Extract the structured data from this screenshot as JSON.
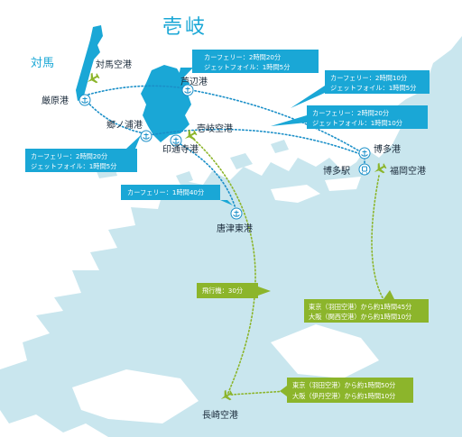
{
  "title": "壱岐",
  "places": {
    "tsushima": "対馬",
    "tsushima_airport": "対馬空港",
    "izuhara_port": "厳原港",
    "ashibe_port": "芦辺港",
    "gonoura_port": "郷ノ浦港",
    "iki_airport": "壱岐空港",
    "indoji_port": "印通寺港",
    "hakata_port": "博多港",
    "hakata_station": "博多駅",
    "fukuoka_airport": "福岡空港",
    "karatsu_port": "唐津東港",
    "nagasaki_airport": "長崎空港"
  },
  "routes": {
    "tsushima_ashibe": {
      "line1": "カーフェリー：2時間20分",
      "line2": "ジェットフォイル：1時間5分"
    },
    "ashibe_hakata": {
      "line1": "カーフェリー：2時間10分",
      "line2": "ジェットフォイル：1時間5分"
    },
    "gonoura_hakata": {
      "line1": "カーフェリー：2時間20分",
      "line2": "ジェットフォイル：1時間10分"
    },
    "izuhara_gonoura": {
      "line1": "カーフェリー：2時間20分",
      "line2": "ジェットフォイル：1時間5分"
    },
    "indoji_karatsu": {
      "line1": "カーフェリー：1時間40分"
    },
    "iki_nagasaki_flight": {
      "line1": "飛行機：30分"
    },
    "fukuoka_flights": {
      "line1": "東京（羽田空港）から約1時間45分",
      "line2": "大阪（関西空港）から約1時間10分"
    },
    "nagasaki_flights": {
      "line1": "東京（羽田空港）から約1時間50分",
      "line2": "大阪（伊丹空港）から約1時間10分"
    }
  },
  "colors": {
    "sea": "#ffffff",
    "land": "#c9e6ee",
    "island": "#1aa7d6",
    "ferry_box": "#1aa7d6",
    "flight_box": "#8cb52b",
    "ferry_route": "#1a8fc8",
    "flight_route": "#8cb52b"
  }
}
